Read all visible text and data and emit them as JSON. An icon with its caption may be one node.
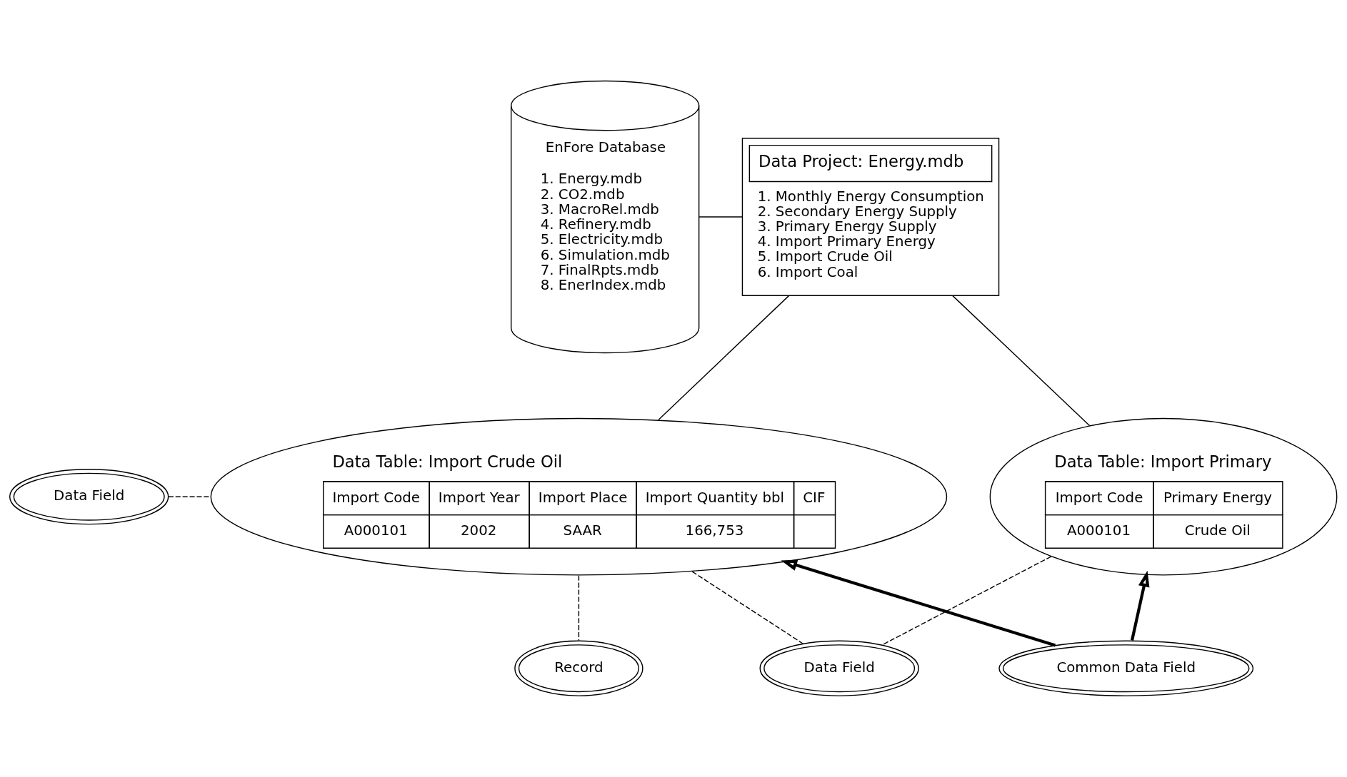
{
  "diagram": {
    "nodes": [
      {
        "text": [
          "EnFore Database",
          "1. Energy.mdb",
          "2. CO2.mdb",
          "3. MacroRel.mdb",
          "4. Refinery.mdb",
          "5. Electricity.mdb",
          "6. Simulation.mdb",
          "7. FinalRpts.mdb",
          "8. EnerIndex.mdb"
        ]
      },
      {
        "text": [
          "Data Project: Energy.mdb",
          "1. Monthly Energy Consumption",
          "2. Secondary Energy Supply",
          "3. Primary Energy Supply",
          "4. Import Primary Energy",
          "5. Import Crude Oil",
          "6. Import Coal"
        ]
      },
      {
        "text": [
          "Data Table: Import Crude Oil",
          "Import Code",
          "Import Year",
          "Import Place",
          "Import Quantity bbl",
          "CIF",
          "A000101",
          "2002",
          "SAAR",
          "166,753"
        ]
      },
      {
        "text": [
          "Data Table: Import Primary",
          "Import Code",
          "Primary Energy",
          "A000101",
          "Crude Oil"
        ]
      },
      {
        "text": [
          "Data Field"
        ]
      },
      {
        "text": [
          "Record"
        ]
      },
      {
        "text": [
          "Data Field"
        ]
      },
      {
        "text": [
          "Common Data Field"
        ]
      }
    ],
    "edges": [
      {
        "from": 0,
        "to": 1,
        "arrow": "none"
      },
      {
        "from": 1,
        "to": 2,
        "arrow": "none"
      },
      {
        "from": 1,
        "to": 3,
        "arrow": "none"
      },
      {
        "from": 4,
        "to": 2,
        "arrow": "none",
        "style": "dashed"
      },
      {
        "from": 5,
        "to": 2,
        "arrow": "none",
        "style": "dashed"
      },
      {
        "from": 6,
        "to": 2,
        "arrow": "none",
        "style": "dashed"
      },
      {
        "from": 6,
        "to": 3,
        "arrow": "none",
        "style": "dashed"
      },
      {
        "from": 7,
        "to": 2,
        "arrow": "to",
        "style": "thick"
      },
      {
        "from": 7,
        "to": 3,
        "arrow": "to",
        "style": "thick"
      }
    ]
  }
}
